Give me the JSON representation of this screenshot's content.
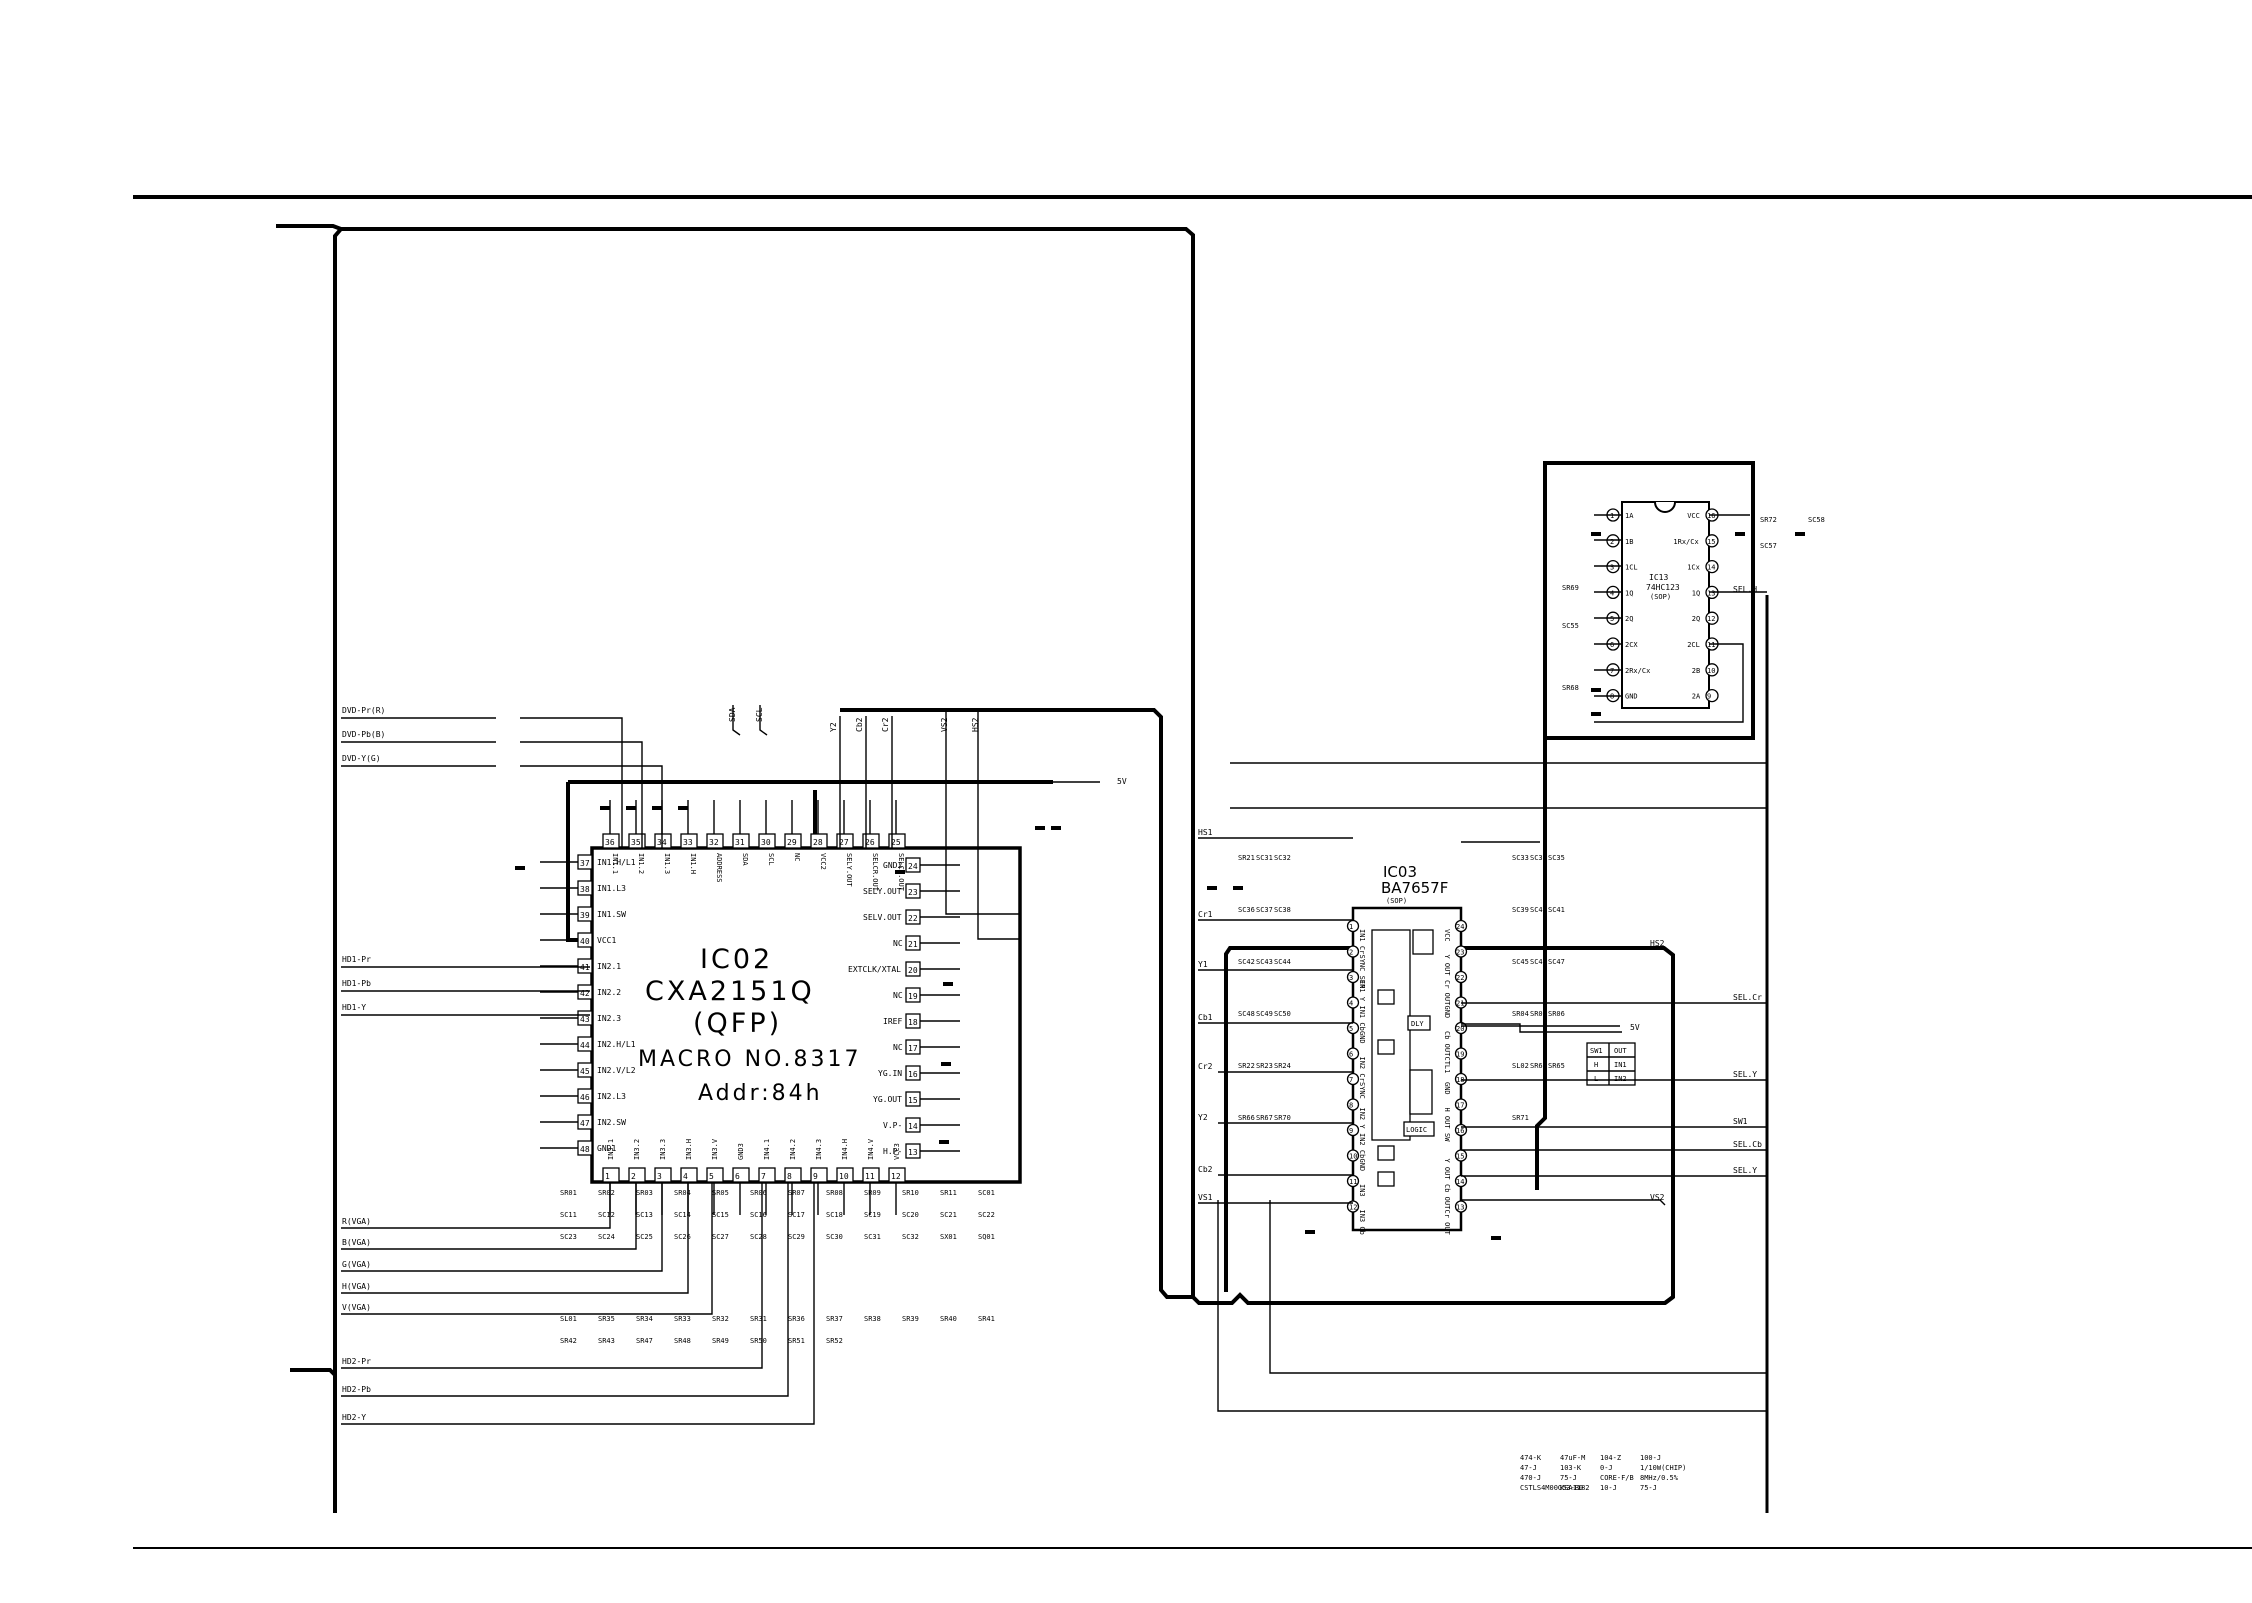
{
  "ic02": {
    "name": "IC02",
    "part": "CXA2151Q",
    "package": "(QFP)",
    "macro": "MACRO NO.8317",
    "addr": "Addr:84h",
    "left_pins": [
      {
        "num": "37",
        "name": "IN1.H/L1"
      },
      {
        "num": "38",
        "name": "IN1.L3"
      },
      {
        "num": "39",
        "name": "IN1.SW"
      },
      {
        "num": "40",
        "name": "VCC1"
      },
      {
        "num": "41",
        "name": "IN2.1"
      },
      {
        "num": "42",
        "name": "IN2.2"
      },
      {
        "num": "43",
        "name": "IN2.3"
      },
      {
        "num": "44",
        "name": "IN2.H/L1"
      },
      {
        "num": "45",
        "name": "IN2.V/L2"
      },
      {
        "num": "46",
        "name": "IN2.L3"
      },
      {
        "num": "47",
        "name": "IN2.SW"
      },
      {
        "num": "48",
        "name": "GND1"
      }
    ],
    "right_pins": [
      {
        "num": "24",
        "name": "GND2"
      },
      {
        "num": "23",
        "name": "SELY.OUT"
      },
      {
        "num": "22",
        "name": "SELV.OUT"
      },
      {
        "num": "21",
        "name": "NC"
      },
      {
        "num": "20",
        "name": "EXTCLK/XTAL"
      },
      {
        "num": "19",
        "name": "NC"
      },
      {
        "num": "18",
        "name": "IREF"
      },
      {
        "num": "17",
        "name": "NC"
      },
      {
        "num": "16",
        "name": "YG.IN"
      },
      {
        "num": "15",
        "name": "YG.OUT"
      },
      {
        "num": "14",
        "name": "V.P-"
      },
      {
        "num": "13",
        "name": "H.P-"
      }
    ],
    "top_pins": [
      {
        "num": "36",
        "name": "IN1.1"
      },
      {
        "num": "35",
        "name": "IN1.2"
      },
      {
        "num": "34",
        "name": "IN1.3"
      },
      {
        "num": "33",
        "name": "IN1.H"
      },
      {
        "num": "32",
        "name": "ADDRESS"
      },
      {
        "num": "31",
        "name": "SDA"
      },
      {
        "num": "30",
        "name": "SCL"
      },
      {
        "num": "29",
        "name": "NC"
      },
      {
        "num": "28",
        "name": "VCC2"
      },
      {
        "num": "27",
        "name": "SELY.OUT"
      },
      {
        "num": "26",
        "name": "SELCR.OUT"
      },
      {
        "num": "25",
        "name": "SELCB.OUT"
      }
    ],
    "bottom_pins": [
      {
        "num": "1",
        "name": "IN3.1"
      },
      {
        "num": "2",
        "name": "IN3.2"
      },
      {
        "num": "3",
        "name": "IN3.3"
      },
      {
        "num": "4",
        "name": "IN3.H"
      },
      {
        "num": "5",
        "name": "IN3.V"
      },
      {
        "num": "6",
        "name": "GND3"
      },
      {
        "num": "7",
        "name": "IN4.1"
      },
      {
        "num": "8",
        "name": "IN4.2"
      },
      {
        "num": "9",
        "name": "IN4.3"
      },
      {
        "num": "10",
        "name": "IN4.H"
      },
      {
        "num": "11",
        "name": "IN4.V"
      },
      {
        "num": "12",
        "name": "VCC3"
      }
    ]
  },
  "ic03": {
    "name": "IC03",
    "part": "BA7657F",
    "package": "(SOP)",
    "left_pins": [
      "1",
      "2",
      "3",
      "4",
      "5",
      "6",
      "7",
      "8",
      "9",
      "10",
      "11",
      "12"
    ],
    "right_pins": [
      "24",
      "23",
      "22",
      "21",
      "20",
      "19",
      "18",
      "17",
      "16",
      "15",
      "14",
      "13"
    ],
    "left_names": [
      "IN1 Cr",
      "SYNC SEP",
      "IN1 Y",
      "IN1 Cb",
      "GND",
      "IN2 Cr",
      "SYNC",
      "IN2 Y",
      "IN2 Cb",
      "GND",
      "IN3",
      "IN3 Cb"
    ],
    "right_names": [
      "VCC",
      "Y OUT",
      "Cr OUT",
      "GND",
      "Cb OUT",
      "CTL1",
      "GND",
      "H OUT",
      "SW",
      "Y OUT",
      "Cb OUT",
      "Cr OUT"
    ],
    "logic": "LOGIC",
    "dly": "DLY",
    "sw_table": {
      "headers": [
        "SW1",
        "OUT"
      ],
      "rows": [
        [
          "H",
          "IN1"
        ],
        [
          "L",
          "IN2"
        ]
      ]
    }
  },
  "ic13": {
    "name": "IC13",
    "part": "74HC123",
    "package": "(SOP)",
    "left_pins": [
      {
        "num": "1",
        "name": "1A"
      },
      {
        "num": "2",
        "name": "1B"
      },
      {
        "num": "3",
        "name": "1CL"
      },
      {
        "num": "4",
        "name": "1Q"
      },
      {
        "num": "5",
        "name": "2Q"
      },
      {
        "num": "6",
        "name": "2CX"
      },
      {
        "num": "7",
        "name": "2Rx/Cx"
      },
      {
        "num": "8",
        "name": "GND"
      }
    ],
    "right_pins": [
      {
        "num": "16",
        "name": "VCC"
      },
      {
        "num": "15",
        "name": "1Rx/Cx"
      },
      {
        "num": "14",
        "name": "1Cx"
      },
      {
        "num": "13",
        "name": "1Q"
      },
      {
        "num": "12",
        "name": "2Q"
      },
      {
        "num": "11",
        "name": "2CL"
      },
      {
        "num": "10",
        "name": "2B"
      },
      {
        "num": "9",
        "name": "2A"
      }
    ]
  },
  "signals": {
    "dvd_in": [
      "DVD-Pr(R)",
      "DVD-Pb(B)",
      "DVD-Y(G)"
    ],
    "hd1_in": [
      "HD1-Pr",
      "HD1-Pb",
      "HD1-Y"
    ],
    "vga_in": [
      "R(VGA)",
      "B(VGA)",
      "G(VGA)",
      "H(VGA)",
      "V(VGA)"
    ],
    "hd2_in": [
      "HD2-Pr",
      "HD2-Pb",
      "HD2-Y"
    ],
    "top_taps": [
      "SDA",
      "SCL",
      "Y2",
      "Cb2",
      "Cr2",
      "VS2",
      "HS2"
    ],
    "mid_left": [
      "HS1",
      "Cr1",
      "Y1",
      "Cb1",
      "Cr2",
      "Y2",
      "Cb2",
      "VS1"
    ],
    "outputs": [
      "SEL.H",
      "SEL.Cr",
      "SEL.Y",
      "SW1",
      "SEL.Cb",
      "SEL.Y"
    ],
    "misc": [
      "HS2",
      "VS2",
      "5V",
      "5V"
    ]
  },
  "parts": {
    "ic02_area": [
      "SR01",
      "SR02",
      "SR03",
      "SR04",
      "SR05",
      "SR06",
      "SR07",
      "SR08",
      "SR09",
      "SR10",
      "SR11",
      "SC01",
      "SC11",
      "SC12",
      "SC13",
      "SC14",
      "SC15",
      "SC16",
      "SC17",
      "SC18",
      "SC19",
      "SC20",
      "SC21",
      "SC22",
      "SC23",
      "SC24",
      "SC25",
      "SC26",
      "SC27",
      "SC28",
      "SC29",
      "SC30",
      "SC31",
      "SC32",
      "SX01",
      "SQ01",
      "SL01",
      "SR35",
      "SR34",
      "SR33",
      "SR32",
      "SR31",
      "SR36",
      "SR37",
      "SR38",
      "SR39",
      "SR40",
      "SR41",
      "SR42",
      "SR43",
      "SR47",
      "SR48",
      "SR49",
      "SR50",
      "SR51",
      "SR52"
    ],
    "ic03_area": [
      "SR21",
      "SC31",
      "SC32",
      "SC33",
      "SC34",
      "SC35",
      "SC36",
      "SC37",
      "SC38",
      "SC39",
      "SC40",
      "SC41",
      "SC42",
      "SC43",
      "SC44",
      "SC45",
      "SC46",
      "SC47",
      "SC48",
      "SC49",
      "SC50",
      "SR04",
      "SR05",
      "SR06",
      "SR22",
      "SR23",
      "SR24",
      "SL02",
      "SR64",
      "SR65",
      "SR66",
      "SR67",
      "SR70",
      "SR71"
    ],
    "ic13_area": [
      "SR72",
      "SC57",
      "SC58",
      "SC55",
      "SR68",
      "SR69"
    ],
    "values": [
      "474-K",
      "47uF-M",
      "104-Z",
      "100-J",
      "47-J",
      "103-K",
      "0-J",
      "1/10W(CHIP)",
      "470-J",
      "75-J",
      "CORE-F/B",
      "8MHz/0.5%",
      "CSTLS4M00G53-B0",
      "KSA1182",
      "10-J",
      "75-J"
    ]
  }
}
